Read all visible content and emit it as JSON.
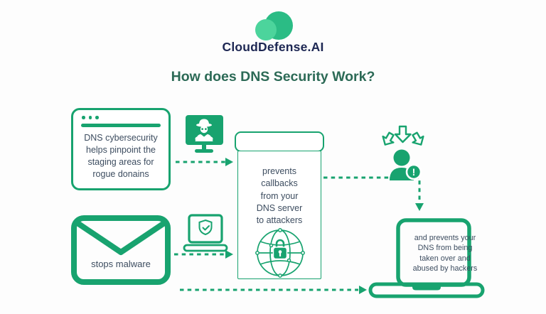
{
  "colors": {
    "green": "#18a36f",
    "green_mid": "#2bbc85",
    "green_light": "#4cd49c",
    "navy": "#1d2753",
    "title_teal": "#2c6a56",
    "body_text": "#3d4d60",
    "bg": "#fdfdfd"
  },
  "brand": {
    "name": "CloudDefense.AI",
    "logo": "cloud-logo-icon"
  },
  "title": "How does DNS Security Work?",
  "diagram": {
    "browser_box": {
      "icon": "browser-window-icon",
      "text": "DNS cybersecurity\nhelps pinpoint the\nstaging areas for\nrogue donains"
    },
    "hacker_monitor": {
      "icon": "hacker-monitor-icon"
    },
    "center_panel": {
      "text": "prevents\ncallbacks\nfrom your\nDNS server\nto attackers",
      "icon": "globe-lock-icon"
    },
    "alert_person": {
      "icon": "alert-person-icon",
      "badge": "!"
    },
    "envelope_box": {
      "icon": "envelope-icon",
      "text": "stops malware"
    },
    "secure_laptop": {
      "icon": "laptop-shield-icon"
    },
    "laptop_panel": {
      "icon": "laptop-icon",
      "text": "and prevents your\nDNS from being\ntaken over and\nabused by hackers"
    }
  }
}
